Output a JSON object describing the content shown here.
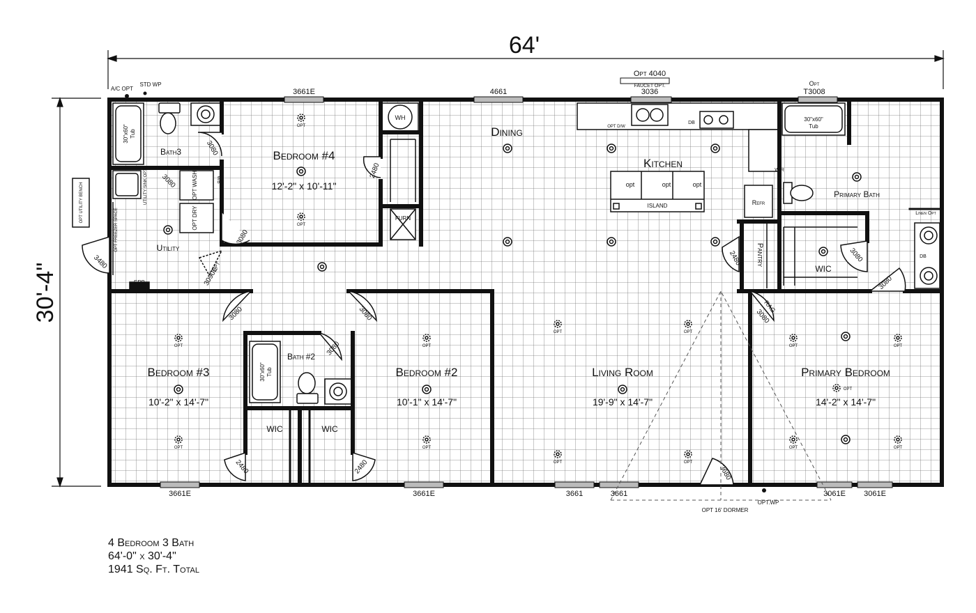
{
  "dimensions": {
    "width": "64'",
    "height": "30'-4\""
  },
  "rooms": {
    "bedroom4": {
      "name": "Bedroom #4",
      "size": "12'-2\" x 10'-11\""
    },
    "bedroom3": {
      "name": "Bedroom #3",
      "size": "10'-2\" x 14'-7\""
    },
    "bedroom2": {
      "name": "Bedroom #2",
      "size": "10'-1\" x 14'-7\""
    },
    "living": {
      "name": "Living Room",
      "size": "19'-9\" x 14'-7\""
    },
    "primary_bedroom": {
      "name": "Primary Bedroom",
      "size": "14'-2\" x 14'-7\""
    },
    "dining": {
      "name": "Dining"
    },
    "kitchen": {
      "name": "Kitchen"
    },
    "primary_bath": {
      "name": "Primary Bath"
    },
    "bath3": {
      "name": "Bath3"
    },
    "bath2": {
      "name": "Bath #2"
    },
    "utility": {
      "name": "Utility"
    },
    "pantry": {
      "name": "Pantry"
    },
    "wic": "WIC"
  },
  "fixtures": {
    "tub": "30\"x60\" Tub",
    "tub_line1": "30\"x60\"",
    "tub_line2": "Tub",
    "wh": "WH",
    "furn": "FURN",
    "island": "ISLAND",
    "refr": "Refr",
    "db": "DB",
    "opt_dw": "OPT D/W",
    "opt_wash": "OPT WASH",
    "opt_dry": "OPT DRY",
    "wb": "WB",
    "utility_sink": "UTILITY SINK OPT",
    "freezer_space": "OPT FREEZER SPACE",
    "utility_bench": "OPT UTILITY BENCH",
    "linen": "Linen Opt",
    "epb": "EPB",
    "rag": "RAG",
    "opt": "OPT",
    "opt_lc": "opt",
    "wr": "W/R"
  },
  "windows": {
    "top_3661e": "3661E",
    "top_4661": "4661",
    "top_3036": "3036",
    "opt_4040": "Opt 4040",
    "faucet_opt": "FAUCET OPT.",
    "opt_t3008_1": "Opt",
    "opt_t3008_2": "T3008",
    "bottom_1": "3661E",
    "bottom_2": "3661E",
    "bottom_3": "3661",
    "bottom_4": "3661",
    "bottom_5": "3061E",
    "bottom_6": "3061E"
  },
  "doors": {
    "d3080": "3080",
    "d2480": "2480",
    "d3480": "3480",
    "d3680": "3680",
    "opt_3090e_1": "OPT",
    "opt_3090e_2": "3090E"
  },
  "exterior": {
    "ac_opt": "A/C OPT",
    "std_wp": "STD WP",
    "opt_wp": "OPT.WP",
    "dormer": "OPT 16' DORMER"
  },
  "summary": {
    "line1": "4 Bedroom 3 Bath",
    "line2": "64'-0\" x 30'-4\"",
    "line3": "1941 Sq. Ft. Total"
  }
}
